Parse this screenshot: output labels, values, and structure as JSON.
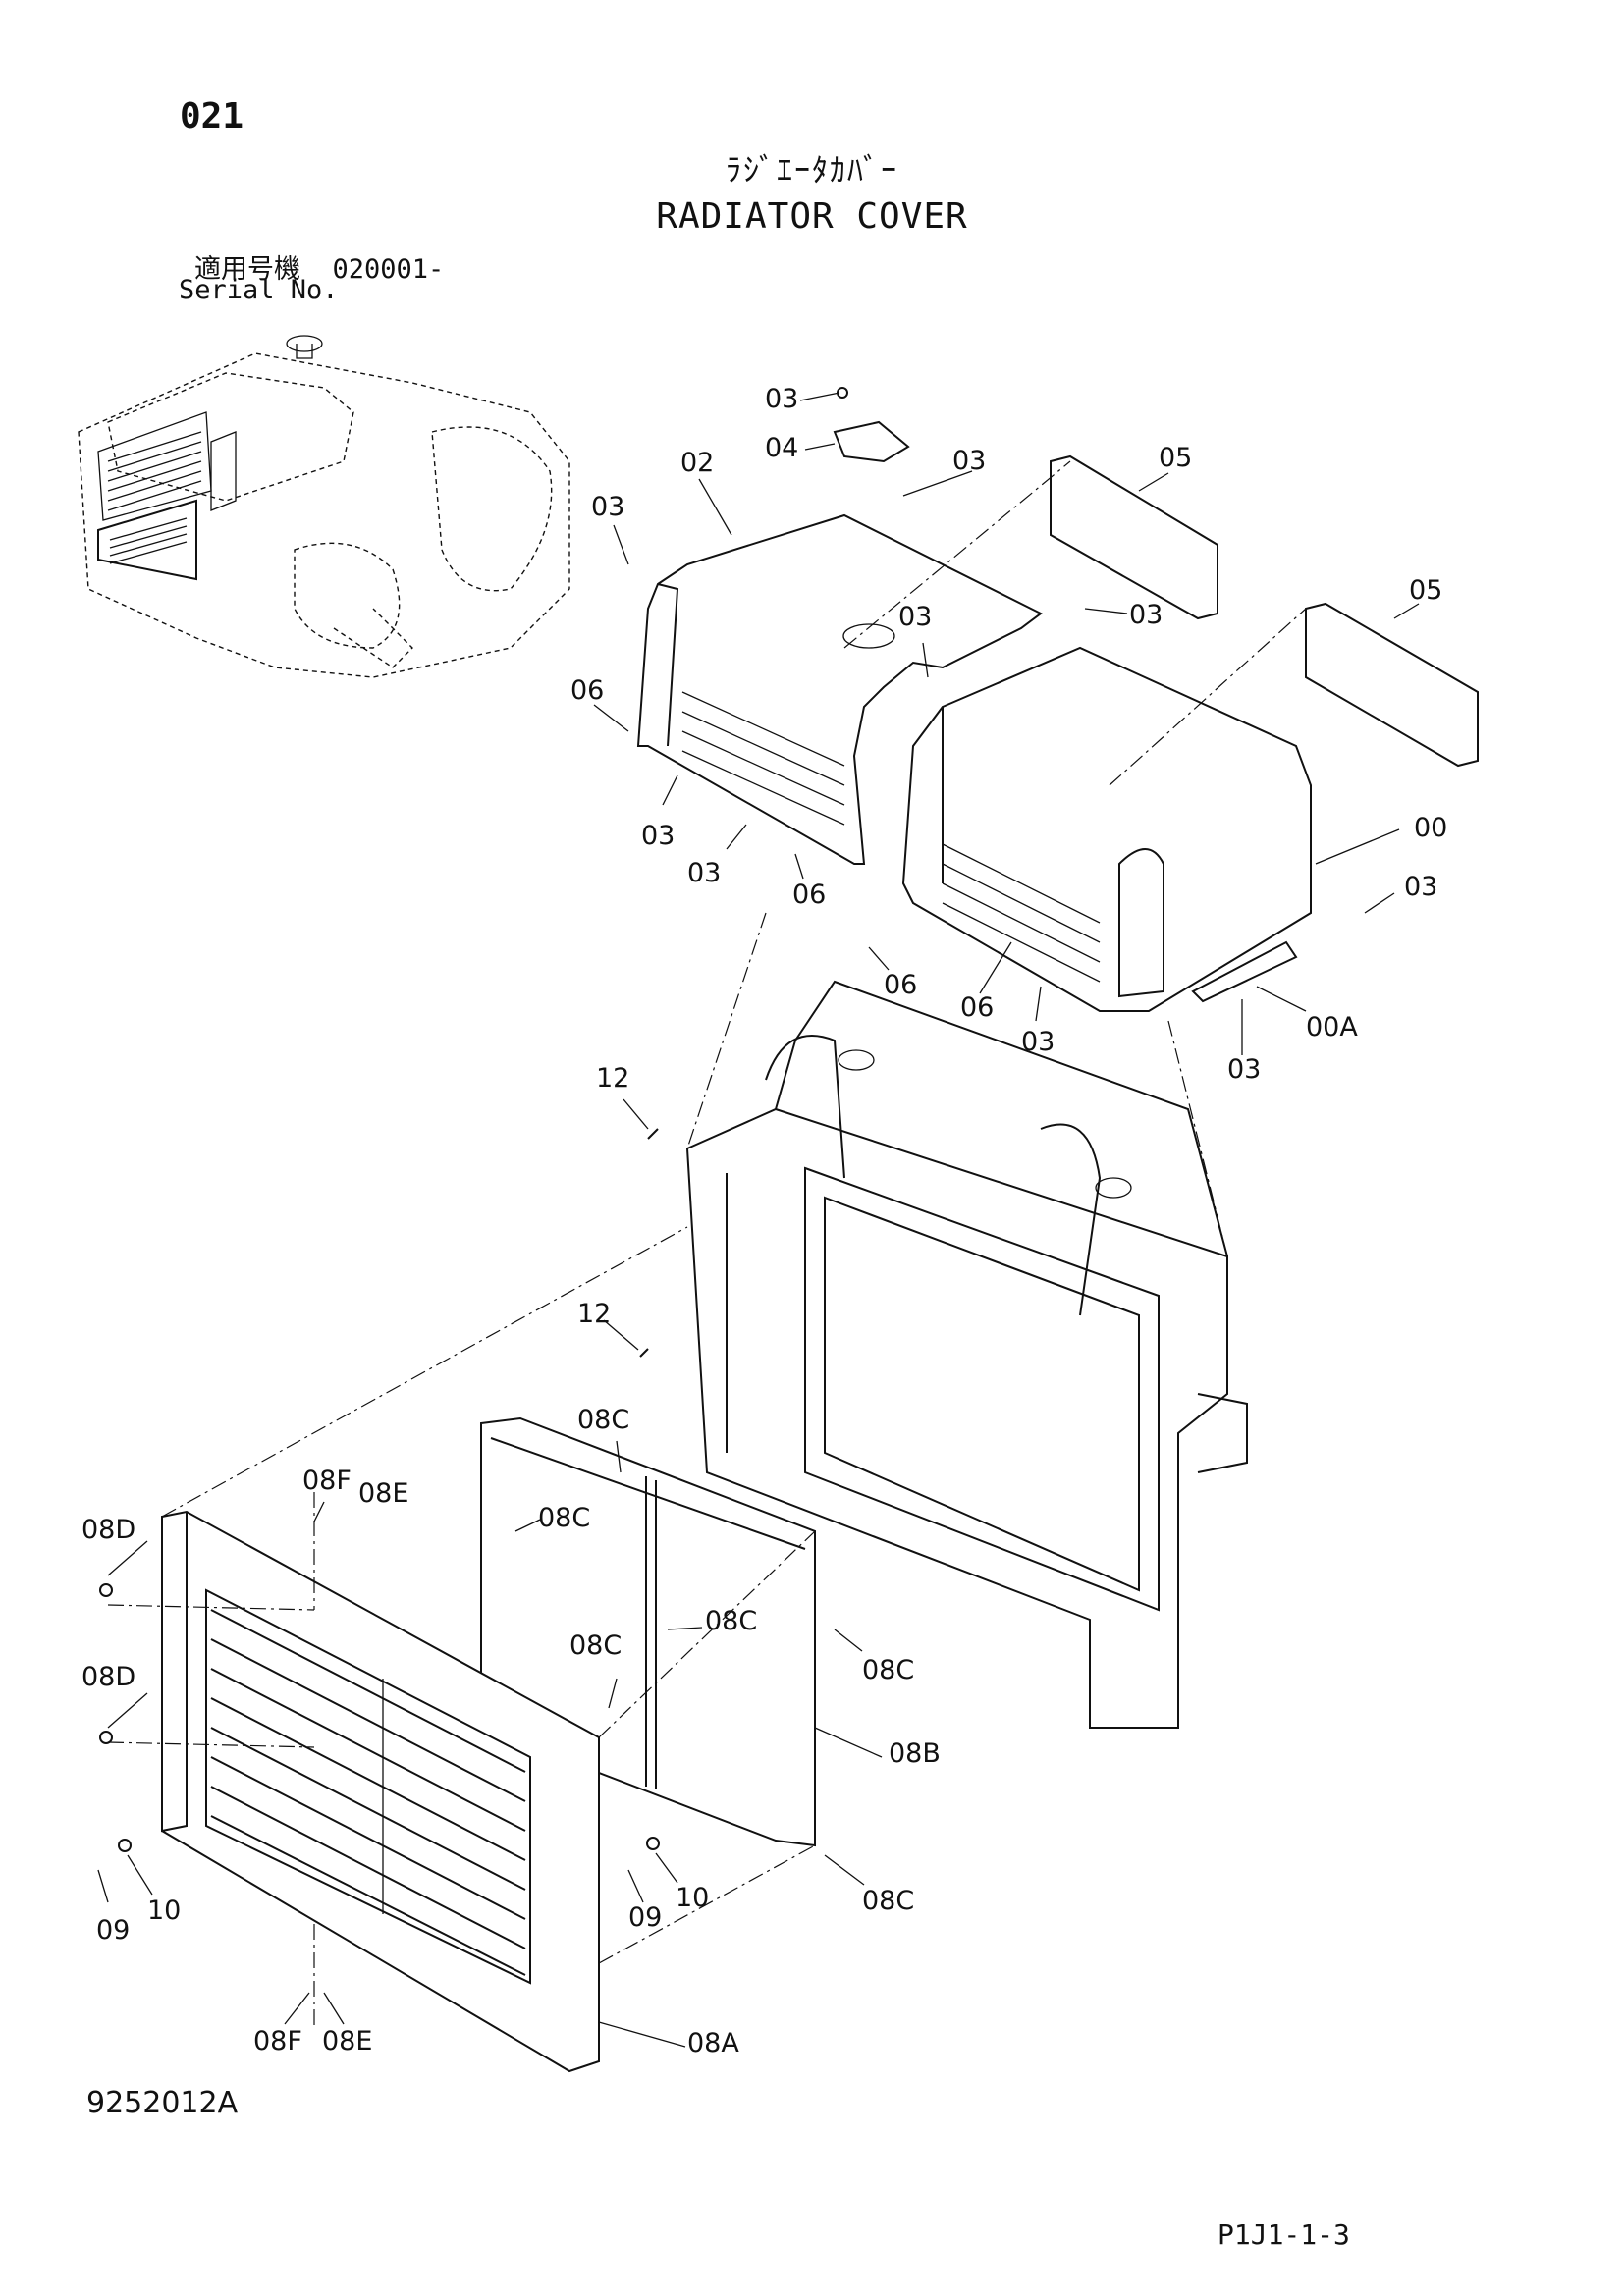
{
  "page_number": "021",
  "title_jp": "ﾗｼﾞｴｰﾀｶﾊﾞｰ",
  "title_en": "RADIATOR COVER",
  "serial": {
    "label_jp": "適用号機",
    "value": "020001-",
    "label_en": "Serial No."
  },
  "document_code": "9252012A",
  "page_ref": "P1J1-1-3",
  "callouts": [
    {
      "id": "c1",
      "text": "03"
    },
    {
      "id": "c2",
      "text": "04"
    },
    {
      "id": "c3",
      "text": "02"
    },
    {
      "id": "c4",
      "text": "03"
    },
    {
      "id": "c5",
      "text": "05"
    },
    {
      "id": "c6",
      "text": "03"
    },
    {
      "id": "c7",
      "text": "05"
    },
    {
      "id": "c8",
      "text": "03"
    },
    {
      "id": "c9",
      "text": "03"
    },
    {
      "id": "c10",
      "text": "06"
    },
    {
      "id": "c11",
      "text": "03"
    },
    {
      "id": "c12",
      "text": "03"
    },
    {
      "id": "c13",
      "text": "06"
    },
    {
      "id": "c14",
      "text": "00"
    },
    {
      "id": "c15",
      "text": "03"
    },
    {
      "id": "c16",
      "text": "06"
    },
    {
      "id": "c17",
      "text": "06"
    },
    {
      "id": "c18",
      "text": "03"
    },
    {
      "id": "c19",
      "text": "00A"
    },
    {
      "id": "c20",
      "text": "03"
    },
    {
      "id": "c21",
      "text": "12"
    },
    {
      "id": "c22",
      "text": "12"
    },
    {
      "id": "c23",
      "text": "08C"
    },
    {
      "id": "c24",
      "text": "08F"
    },
    {
      "id": "c25",
      "text": "08E"
    },
    {
      "id": "c26",
      "text": "08C"
    },
    {
      "id": "c27",
      "text": "08D"
    },
    {
      "id": "c28",
      "text": "08C"
    },
    {
      "id": "c29",
      "text": "08C"
    },
    {
      "id": "c30",
      "text": "08C"
    },
    {
      "id": "c31",
      "text": "08D"
    },
    {
      "id": "c32",
      "text": "08B"
    },
    {
      "id": "c33",
      "text": "10"
    },
    {
      "id": "c34",
      "text": "09"
    },
    {
      "id": "c35",
      "text": "10"
    },
    {
      "id": "c36",
      "text": "09"
    },
    {
      "id": "c37",
      "text": "08C"
    },
    {
      "id": "c38",
      "text": "08F"
    },
    {
      "id": "c39",
      "text": "08E"
    },
    {
      "id": "c40",
      "text": "08A"
    }
  ]
}
